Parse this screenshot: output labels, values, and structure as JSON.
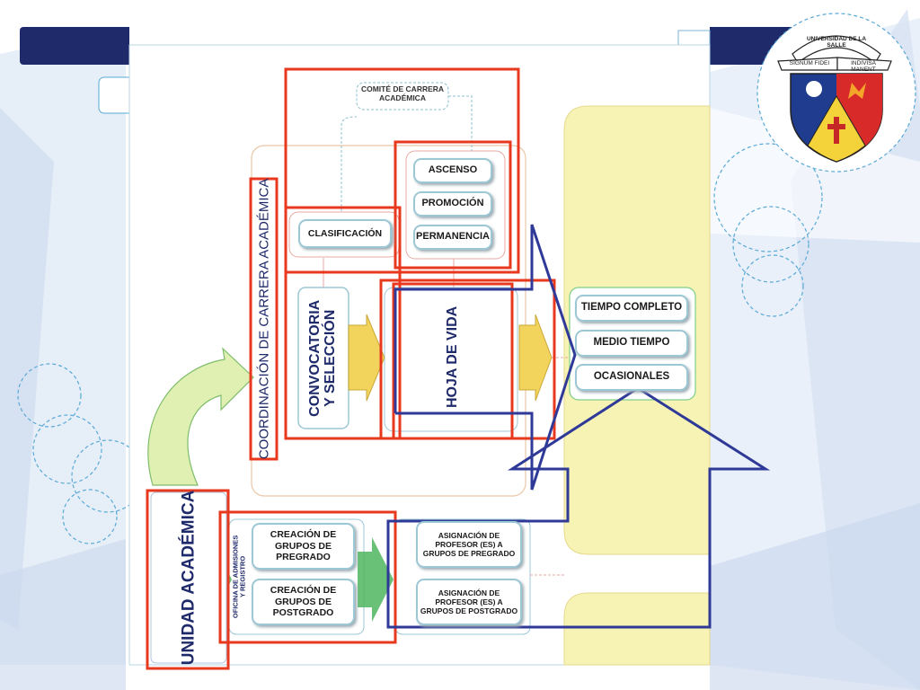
{
  "logo": {
    "banner_top": "UNIVERSIDAD DE LA SALLE",
    "ribbon_left": "SIGNUM FIDEI",
    "ribbon_right": "INDIVISA MANENT"
  },
  "diagram": {
    "comite": "COMITÉ DE CARRERA\nACADÉMICA",
    "ascenso": "ASCENSO",
    "promocion": "PROMOCIÓN",
    "permanencia": "PERMANENCIA",
    "clasificacion": "CLASIFICACIÓN",
    "coordinacion": "COORDINACIÓN DE CARRERA ACADÉMICA",
    "convocatoria": "CONVOCATORIA\nY SELECCIÓN",
    "hoja_de_vida": "HOJA DE VIDA",
    "tiempo_completo": "TIEMPO COMPLETO",
    "medio_tiempo": "MEDIO TIEMPO",
    "ocasionales": "OCASIONALES",
    "unidad_academica": "UNIDAD ACADÉMICA",
    "oficina": "OFICINA DE ADMISIONES\nY REGISTRO",
    "creacion_pregrado": "CREACIÓN DE\nGRUPOS DE\nPREGRADO",
    "creacion_postgrado": "CREACIÓN DE\nGRUPOS DE\nPOSTGRADO",
    "asignacion_pregrado": "ASIGNACIÓN DE\nPROFESOR (ES) A\nGRUPOS DE PREGRADO",
    "asignacion_postgrado": "ASIGNACIÓN DE\nPROFESOR (ES) A\nGRUPOS DE POSTGRADO"
  },
  "colors": {
    "navy": "#1f2a6b",
    "highlight_red": "#e8391f",
    "highlight_blue": "#2f3a98",
    "pale_yellow": "#f7f3b4",
    "arrow_yellow": "#f2d35c",
    "arrow_green": "#4fb55f"
  }
}
